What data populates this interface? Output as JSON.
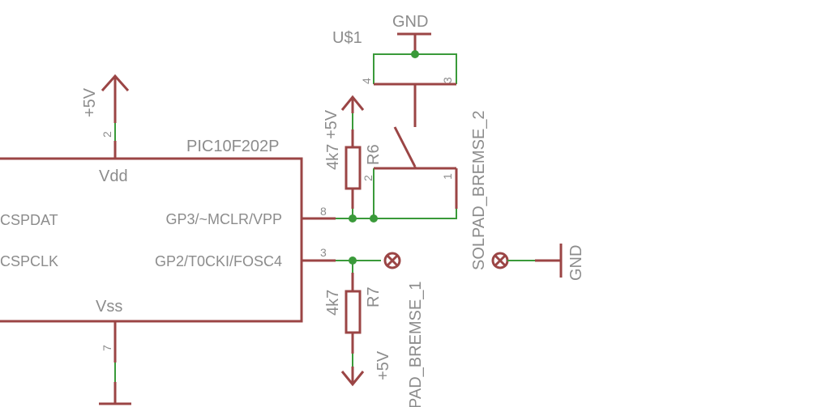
{
  "ic": {
    "name": "PIC10F202P",
    "pins": {
      "vdd": "Vdd",
      "vss": "Vss",
      "icspdat": "CSPDAT",
      "icspclk": "CSPCLK",
      "gp3": "GP3/~MCLR/VPP",
      "gp2": "GP2/T0CKI/FOSC4"
    },
    "pin_numbers": {
      "vdd": "2",
      "vss": "7",
      "gp3": "8",
      "gp2": "3"
    }
  },
  "supplies": {
    "vdd_supply": "+5V",
    "r6_supply": "+5V",
    "r7_supply": "+5V",
    "gnd_top": "GND",
    "gnd_right": "GND"
  },
  "resistors": {
    "r6": {
      "name": "R6",
      "value": "4k7",
      "pin": "2"
    },
    "r7": {
      "name": "R7",
      "value": "4k7"
    }
  },
  "switch": {
    "name": "U$1",
    "pins": {
      "p1": "1",
      "p3": "3",
      "p4": "4"
    }
  },
  "solder_pads": {
    "pad1": "PAD_BREMSE_1",
    "pad2": "SOLPAD_BREMSE_2"
  },
  "colors": {
    "symbol": "#9b4545",
    "wire": "#3a9a3a",
    "text": "#8c8c8c"
  }
}
